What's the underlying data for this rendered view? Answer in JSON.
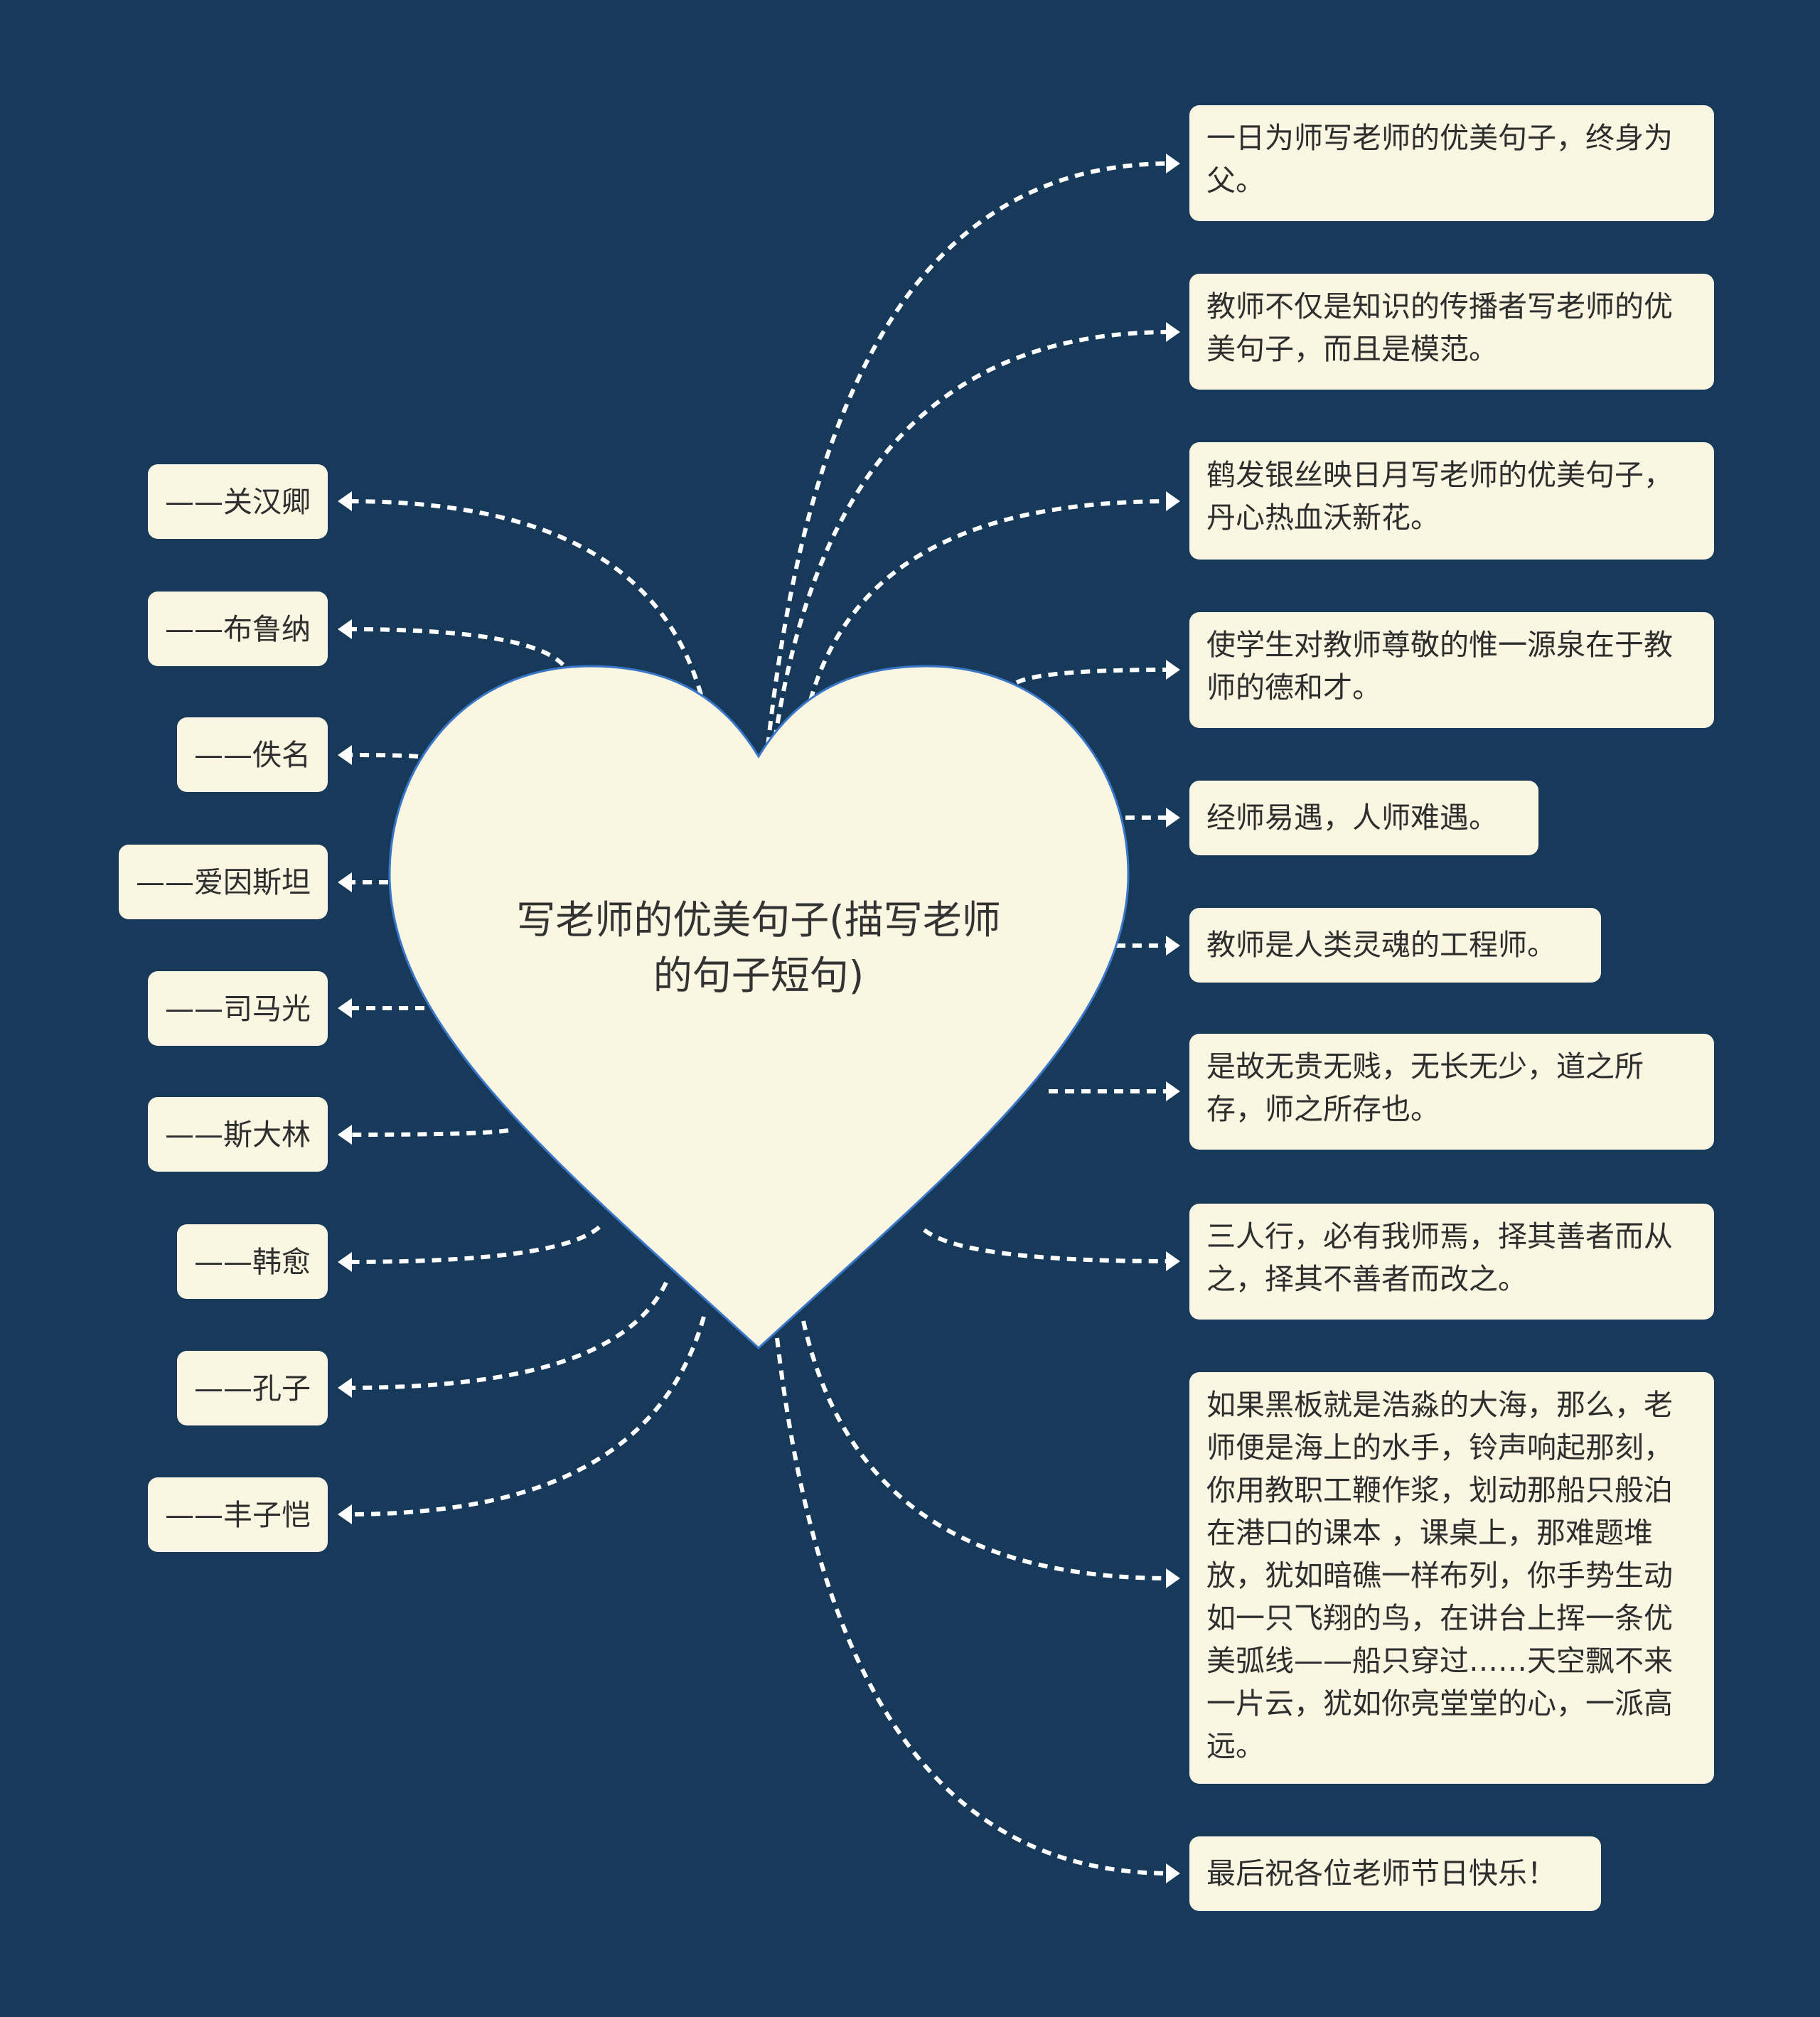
{
  "central_topic": "写老师的优美句子(描写老师的句子短句)",
  "right_nodes": [
    {
      "text": "一日为师写老师的优美句子，终身为父。"
    },
    {
      "text": "教师不仅是知识的传播者写老师的优美句子，而且是模范。"
    },
    {
      "text": "鹤发银丝映日月写老师的优美句子，丹心热血沃新花。"
    },
    {
      "text": "使学生对教师尊敬的惟一源泉在于教师的德和才。"
    },
    {
      "text": "经师易遇，人师难遇。"
    },
    {
      "text": "教师是人类灵魂的工程师。"
    },
    {
      "text": "是故无贵无贱，无长无少，道之所存，师之所存也。"
    },
    {
      "text": "三人行，必有我师焉，择其善者而从之，择其不善者而改之。"
    },
    {
      "text": "如果黑板就是浩淼的大海，那么，老师便是海上的水手，铃声响起那刻，你用教职工鞭作浆，划动那船只般泊在港口的课本 ，课桌上，那难题堆放，犹如暗礁一样布列，你手势生动如一只飞翔的鸟，在讲台上挥一条优美弧线——船只穿过……天空飘不来一片云，犹如你亮堂堂的心，一派高远。"
    },
    {
      "text": "最后祝各位老师节日快乐！"
    }
  ],
  "left_nodes": [
    {
      "text": "——关汉卿"
    },
    {
      "text": "——布鲁纳"
    },
    {
      "text": "——佚名"
    },
    {
      "text": "——爱因斯坦"
    },
    {
      "text": "——司马光"
    },
    {
      "text": "——斯大林"
    },
    {
      "text": "——韩愈"
    },
    {
      "text": "——孔子"
    },
    {
      "text": "——丰子恺"
    }
  ],
  "colors": {
    "background": "#173a5b",
    "node_fill": "#faf6e2",
    "heart_stroke": "#3a77c9",
    "connector": "#ffffff"
  }
}
